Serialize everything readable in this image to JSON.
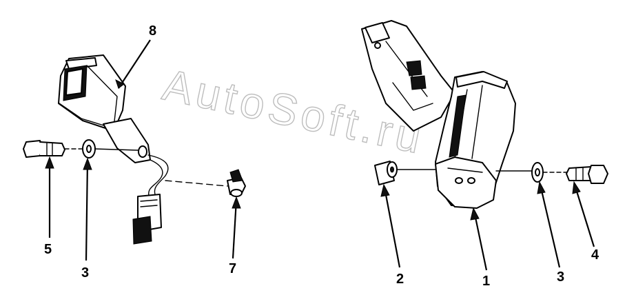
{
  "watermark": "AutoSoft.ru",
  "callouts": {
    "c1": "1",
    "c2": "2",
    "c3_left": "3",
    "c3_right": "3",
    "c4": "4",
    "c5": "5",
    "c7": "7",
    "c8": "8"
  },
  "colors": {
    "line": "#000000",
    "background": "#ffffff",
    "watermark": "#bdbdbd"
  }
}
